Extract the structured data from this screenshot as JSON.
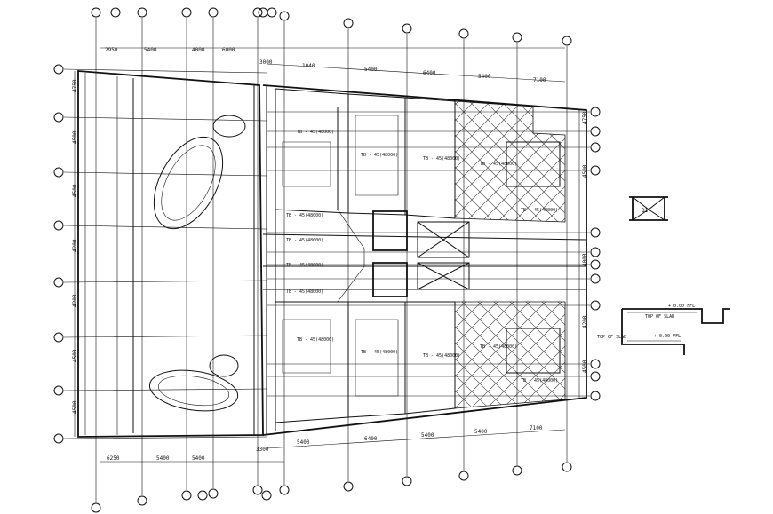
{
  "drawing": {
    "top_dims": [
      "2950",
      "5400",
      "4000",
      "6000",
      "3000",
      "1040",
      "5400",
      "6400",
      "5400",
      "7100"
    ],
    "bottom_dims": [
      "6250",
      "5400",
      "5400",
      "3300",
      "5400",
      "6400",
      "5400",
      "5400",
      "7100"
    ],
    "left_dims": [
      "4750",
      "4500",
      "4500",
      "4200",
      "4200",
      "4500",
      "4500",
      "4500"
    ],
    "right_dims": [
      "4750",
      "4500",
      "4000",
      "4200",
      "4500"
    ],
    "upper_room_labels": [
      "TB - 45(48000)",
      "TB - 45(48000)",
      "TB - 45(48000)",
      "TB - 45(48000)",
      "TB - 45(48000)"
    ],
    "lower_room_labels": [
      "TB - 45(48000)",
      "TB - 45(48000)",
      "TB - 45(48000)",
      "TB - 45(48000)",
      "TB - 45(48000)"
    ],
    "corridor_labels": [
      "TB - 45(48000)",
      "TB - 45(48000)",
      "TB - 45(48000)",
      "TB - 45(48000)"
    ],
    "section_labels": [
      "+ 0.00 FFL",
      "TOP OF SLAB",
      "TOP OF SLAB",
      "+ 0.00 FFL"
    ],
    "beam_tag": "B1"
  }
}
